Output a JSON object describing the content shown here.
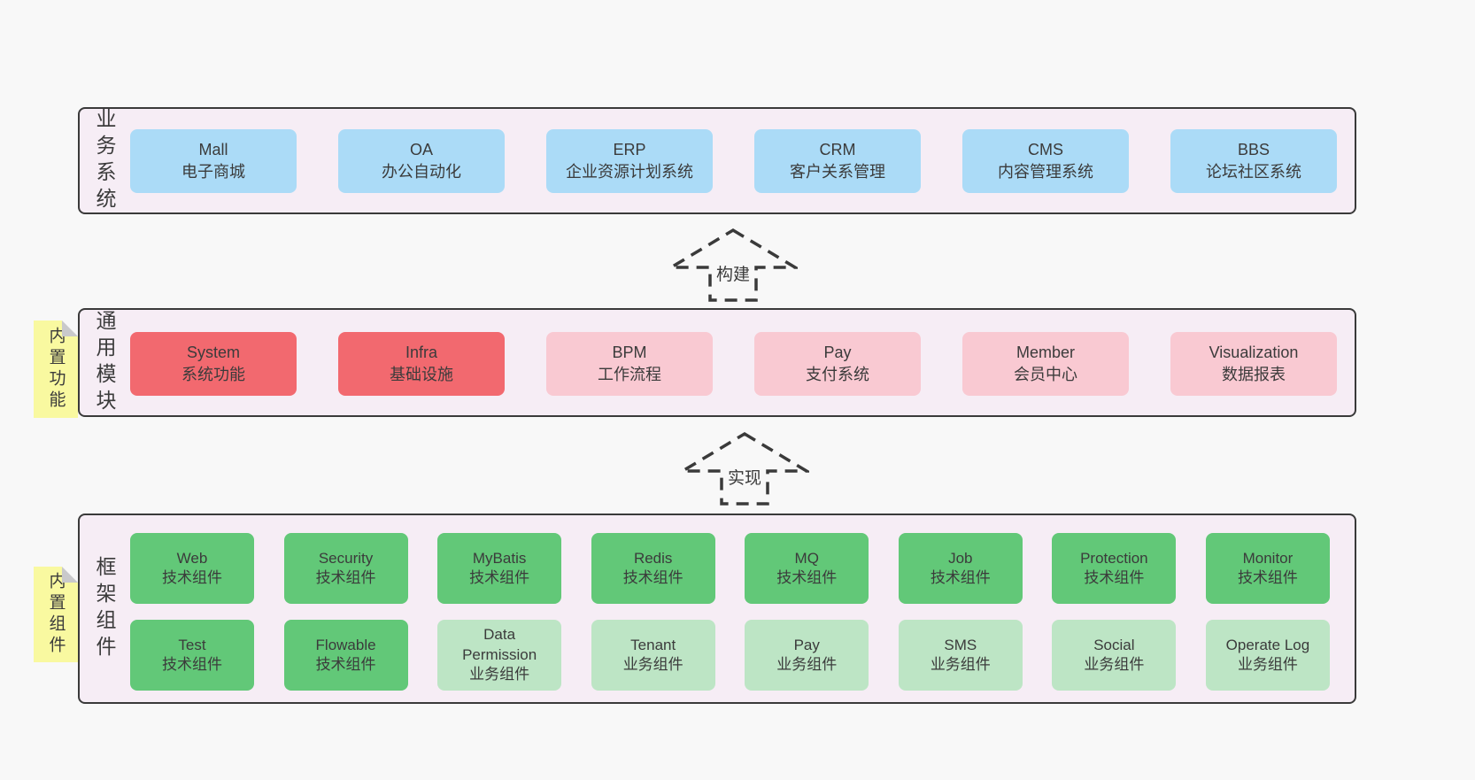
{
  "arrows": [
    {
      "label": "构建"
    },
    {
      "label": "实现"
    }
  ],
  "bands": [
    {
      "label": "业务系统",
      "boxes": [
        {
          "title": "Mall",
          "subtitle": "电子商城"
        },
        {
          "title": "OA",
          "subtitle": "办公自动化"
        },
        {
          "title": "ERP",
          "subtitle": "企业资源计划系统"
        },
        {
          "title": "CRM",
          "subtitle": "客户关系管理"
        },
        {
          "title": "CMS",
          "subtitle": "内容管理系统"
        },
        {
          "title": "BBS",
          "subtitle": "论坛社区系统"
        }
      ]
    },
    {
      "label": "通用模块",
      "sticky": "内置功能",
      "boxes": [
        {
          "title": "System",
          "subtitle": "系统功能"
        },
        {
          "title": "Infra",
          "subtitle": "基础设施"
        },
        {
          "title": "BPM",
          "subtitle": "工作流程"
        },
        {
          "title": "Pay",
          "subtitle": "支付系统"
        },
        {
          "title": "Member",
          "subtitle": "会员中心"
        },
        {
          "title": "Visualization",
          "subtitle": "数据报表"
        }
      ]
    },
    {
      "label": "框架组件",
      "sticky": "内置组件",
      "rows": [
        [
          {
            "title": "Web",
            "subtitle": "技术组件"
          },
          {
            "title": "Security",
            "subtitle": "技术组件"
          },
          {
            "title": "MyBatis",
            "subtitle": "技术组件"
          },
          {
            "title": "Redis",
            "subtitle": "技术组件"
          },
          {
            "title": "MQ",
            "subtitle": "技术组件"
          },
          {
            "title": "Job",
            "subtitle": "技术组件"
          },
          {
            "title": "Protection",
            "subtitle": "技术组件"
          },
          {
            "title": "Monitor",
            "subtitle": "技术组件"
          }
        ],
        [
          {
            "title": "Test",
            "subtitle": "技术组件"
          },
          {
            "title": "Flowable",
            "subtitle": "技术组件"
          },
          {
            "title": "Data Permission",
            "subtitle": "业务组件"
          },
          {
            "title": "Tenant",
            "subtitle": "业务组件"
          },
          {
            "title": "Pay",
            "subtitle": "业务组件"
          },
          {
            "title": "SMS",
            "subtitle": "业务组件"
          },
          {
            "title": "Social",
            "subtitle": "业务组件"
          },
          {
            "title": "Operate Log",
            "subtitle": "业务组件"
          }
        ]
      ]
    }
  ],
  "colors": {
    "page_bg": "#f8f8f8",
    "band_bg": "#f6edf5",
    "band_border": "#3a3a3a",
    "blue_box": "#abdbf7",
    "red_box": "#f2696f",
    "pink_box": "#f9c9d2",
    "green_dark_box": "#62c878",
    "green_light_box": "#bde5c5",
    "sticky_yellow": "#f9f9a0",
    "sticky_fold_gray": "#c9c9cb",
    "text": "#3b3b3b"
  }
}
